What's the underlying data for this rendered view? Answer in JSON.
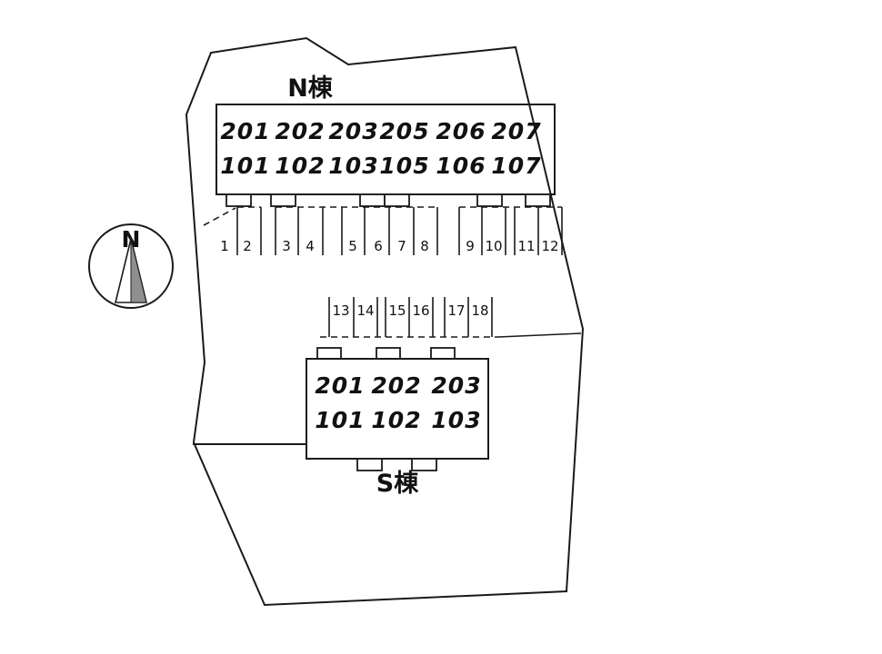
{
  "colors": {
    "ink": "#1a1a1a",
    "needle_gray": "#8f8f8f",
    "background": "#ffffff"
  },
  "compass": {
    "label": "N"
  },
  "buildings": {
    "north": {
      "name": "N棟",
      "upper_units": [
        "201",
        "202",
        "203",
        "205",
        "206",
        "207"
      ],
      "lower_units": [
        "101",
        "102",
        "103",
        "105",
        "106",
        "107"
      ]
    },
    "south": {
      "name": "S棟",
      "upper_units": [
        "201",
        "202",
        "203"
      ],
      "lower_units": [
        "101",
        "102",
        "103"
      ]
    }
  },
  "parking": {
    "north_row": [
      "1",
      "2",
      "3",
      "4",
      "5",
      "6",
      "7",
      "8",
      "9",
      "10",
      "11",
      "12"
    ],
    "middle_row": [
      "13",
      "14",
      "15",
      "16",
      "17",
      "18"
    ]
  }
}
